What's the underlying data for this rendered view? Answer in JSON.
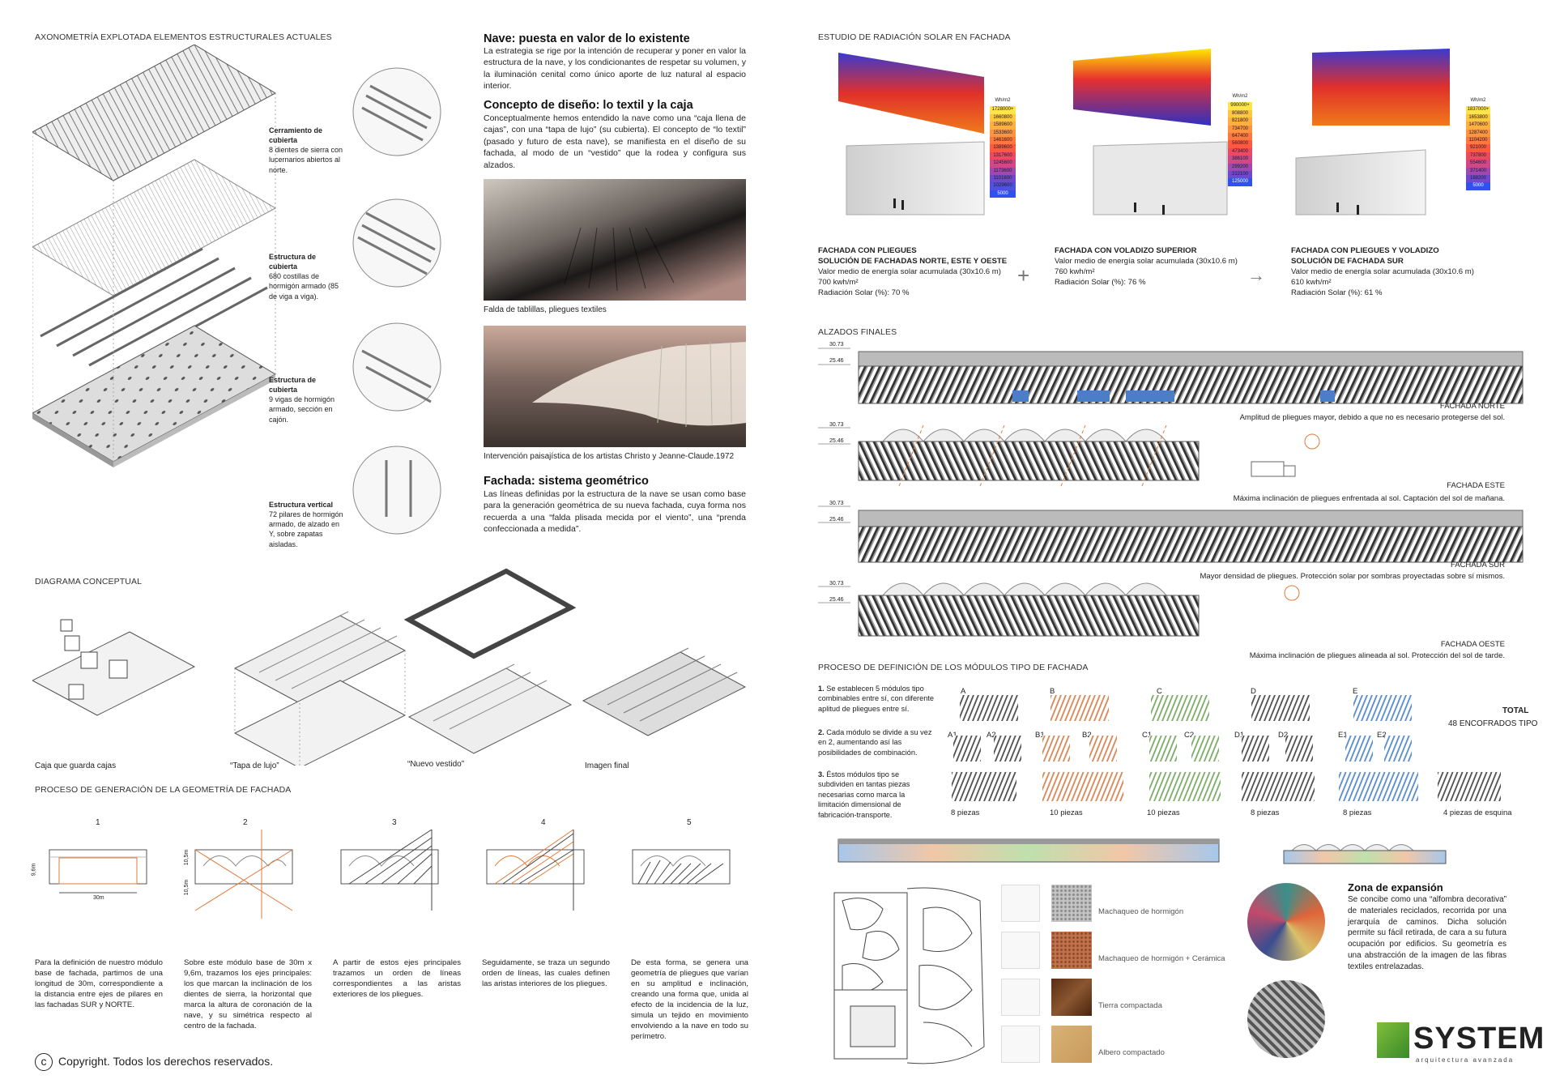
{
  "left": {
    "axo_title": "AXONOMETRÍA EXPLOTADA  ELEMENTOS ESTRUCTURALES ACTUALES",
    "layers": [
      {
        "title": "Cerramiento de cubierta",
        "text": "8 dientes de sierra con lucernarios abiertos al norte."
      },
      {
        "title": "Estructura de cubierta",
        "text": "680 costillas de hormigón armado (85 de viga a viga)."
      },
      {
        "title": "Estructura de cubierta",
        "text": "9 vigas de hormigón armado, sección en cajón."
      },
      {
        "title": "Estructura vertical",
        "text": "72 pilares de hormigón armado, de alzado en Y, sobre zapatas aisladas."
      }
    ],
    "nave_title": "Nave: puesta en valor de lo existente",
    "nave_text": "La estrategia se rige por la intención de recuperar y poner en valor la estructura de la nave, y los condicionantes de respetar su volumen, y la iluminación cenital como único aporte de luz natural al espacio interior.",
    "concepto_title": "Concepto de diseño: lo textil y la caja",
    "concepto_text": "Conceptualmente hemos entendido la nave como una “caja llena de cajas”, con una “tapa de lujo” (su cubierta). El concepto de “lo textil” (pasado y futuro de esta nave), se manifiesta en el diseño de su fachada, al modo de un “vestido” que la rodea y configura sus alzados.",
    "photo1_caption": "Falda de tablillas, pliegues textiles",
    "photo2_caption": "Intervención paisajística de los artistas Christo y Jeanne-Claude.1972",
    "fachada_title": "Fachada: sistema geométrico",
    "fachada_text": "Las líneas definidas por la estructura de la nave se usan como base para la generación geométrica de su nueva fachada, cuya forma nos recuerda a una “falda plisada mecida por el viento”, una “prenda confeccionada a medida”.",
    "diagram_title": "DIAGRAMA CONCEPTUAL",
    "diagram_labels": [
      "Caja que guarda cajas",
      "“Tapa de lujo”",
      "“Nuevo vestido”",
      "Imagen final"
    ],
    "process_title": "PROCESO DE GENERACIÓN DE LA GEOMETRÍA DE FACHADA",
    "steps": [
      "1",
      "2",
      "3",
      "4",
      "5"
    ],
    "dims": [
      "9,6m",
      "30m",
      "10,5m",
      "10,5m"
    ],
    "step_texts": [
      "Para la definición de nuestro módulo base de fachada, partimos de una longitud de 30m, correspondiente a la distancia entre ejes de pilares en las fachadas SUR y NORTE.",
      "Sobre este módulo base de 30m x 9,6m, trazamos los ejes principales: los que marcan la inclinación de los dientes de sierra, la horizontal que marca la altura de coronación de la nave, y su simétrica respecto al centro de la fachada.",
      "A partir de estos ejes principales trazamos un orden de líneas correspondientes a las aristas exteriores de los pliegues.",
      "Seguidamente, se traza un segundo orden de líneas, las cuales definen las aristas interiores de los pliegues.",
      "De esta forma, se genera una geometría de pliegues que varían en su amplitud e inclinación, creando una forma que, unida al efecto de la incidencia de la luz, simula un tejido en movimiento envolviendo a la nave en todo su perímetro."
    ],
    "copyright": "Copyright. Todos los derechos reservados."
  },
  "right": {
    "solar_title": "ESTUDIO DE RADIACIÓN SOLAR EN FACHADA",
    "legend_unit": "Wh/m2",
    "legend1": [
      "1728000+",
      "1660800",
      "1589600",
      "1533600",
      "1461600",
      "1389600",
      "1317600",
      "1245600",
      "1173600",
      "1101600",
      "1029600",
      "5000"
    ],
    "legend2": [
      "990000+",
      "808800",
      "821800",
      "734700",
      "647400",
      "560800",
      "473400",
      "386100",
      "299200",
      "212100",
      "125000"
    ],
    "legend3": [
      "1837000+",
      "1653800",
      "1470600",
      "1287400",
      "1104200",
      "921000",
      "737800",
      "554600",
      "371400",
      "188200",
      "5000"
    ],
    "studies": [
      {
        "t1": "FACHADA CON PLIEGUES",
        "t2": "SOLUCIÓN DE FACHADAS NORTE, ESTE Y OESTE",
        "l1": "Valor medio de energía solar acumulada (30x10.6 m)",
        "l2": "700 kwh/m²",
        "l3": "Radiación Solar (%): 70 %"
      },
      {
        "t1": "FACHADA CON VOLADIZO SUPERIOR",
        "t2": "",
        "l1": "Valor medio de energía solar acumulada (30x10.6 m)",
        "l2": "760 kwh/m²",
        "l3": "Radiación Solar (%): 76 %"
      },
      {
        "t1": "FACHADA CON PLIEGUES Y VOLADIZO",
        "t2": "SOLUCIÓN DE FACHADA SUR",
        "l1": "Valor medio de energía solar acumulada (30x10.6 m)",
        "l2": "610 kwh/m²",
        "l3": "Radiación Solar (%): 61 %"
      }
    ],
    "plus": "+",
    "arrow": "→",
    "alzados_title": "ALZADOS FINALES",
    "levels": [
      "30.73",
      "25.46"
    ],
    "elevations": [
      {
        "name": "FACHADA NORTE",
        "desc": "Amplitud de pliegues mayor, debido a que no es necesario protegerse del sol."
      },
      {
        "name": "FACHADA ESTE",
        "desc": "Máxima inclinación de pliegues enfrentada al sol. Captación del sol de mañana."
      },
      {
        "name": "FACHADA SUR",
        "desc": "Mayor densidad de pliegues. Protección solar por sombras proyectadas sobre sí mismos."
      },
      {
        "name": "FACHADA OESTE",
        "desc": "Máxima inclinación de pliegues alineada al sol. Protección del sol de tarde."
      }
    ],
    "modules_title": "PROCESO DE DEFINICIÓN DE LOS MÓDULOS TIPO DE FACHADA",
    "mod_steps": [
      {
        "n": "1.",
        "t": "Se establecen 5 módulos tipo combinables entre sí, con diferente aplitud de pliegues entre sí."
      },
      {
        "n": "2.",
        "t": "Cada módulo se divide a su vez en 2, aumentando así las posibilidades de combinación."
      },
      {
        "n": "3.",
        "t": "Éstos módulos tipo se subdividen en tantas piezas necesarias como marca la limitación dimensional de fabricación-transporte."
      }
    ],
    "mod_letters": [
      "A",
      "B",
      "C",
      "D",
      "E"
    ],
    "mod_sub": [
      "A1",
      "A2",
      "B1",
      "B2",
      "C1",
      "C2",
      "D1",
      "D2",
      "E1",
      "E2"
    ],
    "mod_pieces": [
      "8 piezas",
      "10 piezas",
      "10 piezas",
      "8 piezas",
      "8 piezas",
      "4 piezas de esquina"
    ],
    "total": "TOTAL",
    "total_val": "48 ENCOFRADOS TIPO",
    "materials": [
      "Machaqueo de hormigón",
      "Machaqueo de hormigón + Cerámica",
      "Tierra compactada",
      "Albero compactado"
    ],
    "zona_title": "Zona de expansión",
    "zona_text": "Se concibe como una “alfombra decorativa” de materiales reciclados, recorrida por una jerarquía de caminos. Dicha solución permite su fácil retirada, de cara a su futura ocupación por edificios. Su geometría es una abstracción de la imagen de las fibras textiles entrelazadas.",
    "brand": "SYSTEM",
    "brand_sub": "arquitectura avanzada"
  },
  "colors": {
    "accent_orange": "#e07a3a",
    "module_colors": [
      "#555555",
      "#d98a5a",
      "#7fae6a",
      "#555555",
      "#5b8fd0"
    ]
  }
}
